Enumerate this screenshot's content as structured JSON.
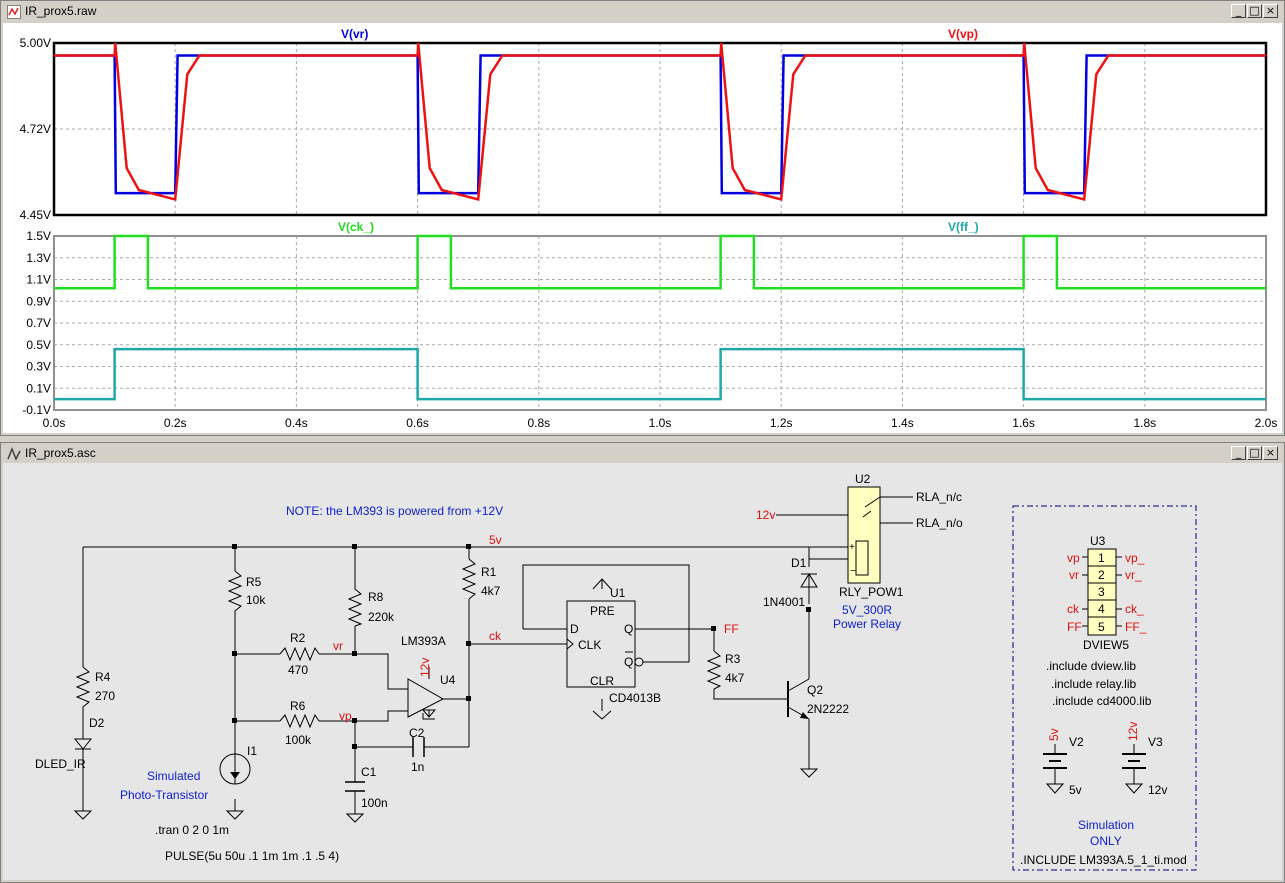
{
  "waveform_window": {
    "title": "IR_prox5.raw",
    "window_buttons": [
      "_",
      "□",
      "×"
    ],
    "top_pane": {
      "y_ticks": [
        "5.00V",
        "4.72V",
        "4.45V"
      ],
      "traces": [
        {
          "name": "V(vr)",
          "color": "#0000e0"
        },
        {
          "name": "V(vp)",
          "color": "#ee1111"
        }
      ]
    },
    "bottom_pane": {
      "y_ticks": [
        "1.5V",
        "1.3V",
        "1.1V",
        "0.9V",
        "0.7V",
        "0.5V",
        "0.3V",
        "0.1V",
        "-0.1V"
      ],
      "traces": [
        {
          "name": "V(ck_)",
          "color": "#22dd22"
        },
        {
          "name": "V(ff_)",
          "color": "#20a8a8"
        }
      ]
    },
    "x_ticks": [
      "0.0s",
      "0.2s",
      "0.4s",
      "0.6s",
      "0.8s",
      "1.0s",
      "1.2s",
      "1.4s",
      "1.6s",
      "1.8s",
      "2.0s"
    ]
  },
  "chart_data": [
    {
      "type": "line",
      "xlabel": "",
      "ylabel": "",
      "xlim": [
        0.0,
        2.0
      ],
      "ylim": [
        4.45,
        5.0
      ],
      "series": [
        {
          "name": "V(vr)",
          "x": [
            0,
            0.1,
            0.102,
            0.2,
            0.204,
            0.6,
            0.602,
            0.7,
            0.704,
            1.1,
            1.102,
            1.2,
            1.204,
            1.6,
            1.602,
            1.7,
            1.704,
            2.0
          ],
          "values": [
            4.96,
            4.96,
            4.52,
            4.52,
            4.96,
            4.96,
            4.52,
            4.52,
            4.96,
            4.96,
            4.52,
            4.52,
            4.96,
            4.96,
            4.52,
            4.52,
            4.96,
            4.96
          ]
        },
        {
          "name": "V(vp)",
          "x": [
            0,
            0.1,
            0.101,
            0.12,
            0.14,
            0.2,
            0.22,
            0.24,
            0.6,
            0.601,
            0.62,
            0.64,
            0.7,
            0.72,
            0.74,
            1.1,
            1.101,
            1.12,
            1.14,
            1.2,
            1.22,
            1.24,
            1.6,
            1.601,
            1.62,
            1.64,
            1.7,
            1.72,
            1.74,
            2.0
          ],
          "values": [
            4.96,
            4.96,
            5.0,
            4.6,
            4.53,
            4.5,
            4.9,
            4.96,
            4.96,
            5.0,
            4.6,
            4.53,
            4.5,
            4.9,
            4.96,
            4.96,
            5.0,
            4.6,
            4.53,
            4.5,
            4.9,
            4.96,
            4.96,
            5.0,
            4.6,
            4.53,
            4.5,
            4.9,
            4.96,
            4.96
          ]
        }
      ]
    },
    {
      "type": "line",
      "xlabel": "",
      "ylabel": "",
      "xlim": [
        0.0,
        2.0
      ],
      "ylim": [
        -0.1,
        1.5
      ],
      "series": [
        {
          "name": "V(ck_)",
          "x": [
            0,
            0.1,
            0.1,
            0.155,
            0.155,
            0.6,
            0.6,
            0.655,
            0.655,
            1.1,
            1.1,
            1.155,
            1.155,
            1.6,
            1.6,
            1.655,
            1.655,
            2.0
          ],
          "values": [
            1.02,
            1.02,
            1.5,
            1.5,
            1.02,
            1.02,
            1.5,
            1.5,
            1.02,
            1.02,
            1.5,
            1.5,
            1.02,
            1.02,
            1.5,
            1.5,
            1.02,
            1.02
          ]
        },
        {
          "name": "V(ff_)",
          "x": [
            0,
            0.1,
            0.1,
            0.6,
            0.6,
            1.1,
            1.1,
            1.6,
            1.6,
            2.0
          ],
          "values": [
            0.0,
            0.0,
            0.46,
            0.46,
            0.0,
            0.0,
            0.46,
            0.46,
            0.0,
            0.0
          ]
        }
      ]
    }
  ],
  "schematic_window": {
    "title": "IR_prox5.asc",
    "window_buttons": [
      "_",
      "□",
      "×"
    ],
    "note": "NOTE: the LM393 is powered from +12V",
    "components": {
      "R5": {
        "ref": "R5",
        "value": "10k"
      },
      "R8": {
        "ref": "R8",
        "value": "220k"
      },
      "R1": {
        "ref": "R1",
        "value": "4k7"
      },
      "R2": {
        "ref": "R2",
        "value": "470"
      },
      "R6": {
        "ref": "R6",
        "value": "100k"
      },
      "R4": {
        "ref": "R4",
        "value": "270"
      },
      "R3": {
        "ref": "R3",
        "value": "4k7"
      },
      "C1": {
        "ref": "C1",
        "value": "100n"
      },
      "C2": {
        "ref": "C2",
        "value": "1n"
      },
      "D1": {
        "ref": "D1",
        "value": "1N4001"
      },
      "D2": {
        "ref": "D2",
        "value": "DLED_IR"
      },
      "I1": {
        "ref": "I1",
        "label1": "Simulated",
        "label2": "Photo-Transistor"
      },
      "U4": {
        "ref": "U4",
        "value": "LM393A"
      },
      "U1": {
        "ref": "U1",
        "value": "CD4013B",
        "pins": {
          "pre": "PRE",
          "d": "D",
          "clk": "CLK",
          "q": "Q",
          "qbar": "Q",
          "clr": "CLR"
        }
      },
      "Q2": {
        "ref": "Q2",
        "value": "2N2222"
      },
      "U2": {
        "ref": "U2",
        "value": "RLY_POW1",
        "sub1": "5V_300R",
        "sub2": "Power Relay"
      },
      "U3": {
        "ref": "U3",
        "value": "DVIEW5",
        "pins": [
          "1",
          "2",
          "3",
          "4",
          "5"
        ],
        "left_labels": [
          "vp",
          "vr",
          "ck",
          "FF"
        ],
        "right_labels": [
          "vp_",
          "vr_",
          "ck_",
          "FF_"
        ]
      },
      "V2": {
        "ref": "V2",
        "value": "5v"
      },
      "V3": {
        "ref": "V3",
        "value": "12v"
      }
    },
    "net_labels": {
      "n5v": "5v",
      "n12v": "12v",
      "vr": "vr",
      "vp": "vp",
      "ck": "ck",
      "ff": "FF",
      "rla_nc": "RLA_n/c",
      "rla_no": "RLA_n/o"
    },
    "plus_sign": "+",
    "minus_sign": "−",
    "directives": {
      "tran": ".tran 0 2 0 1m",
      "pulse": "PULSE(5u 50u .1 1m 1m .1 .5 4)",
      "inc1": ".include dview.lib",
      "inc2": ".include relay.lib",
      "inc3": ".include cd4000.lib",
      "inc4": ".INCLUDE LM393A.5_1_ti.mod"
    },
    "sim_only": {
      "line1": "Simulation",
      "line2": "ONLY"
    }
  }
}
